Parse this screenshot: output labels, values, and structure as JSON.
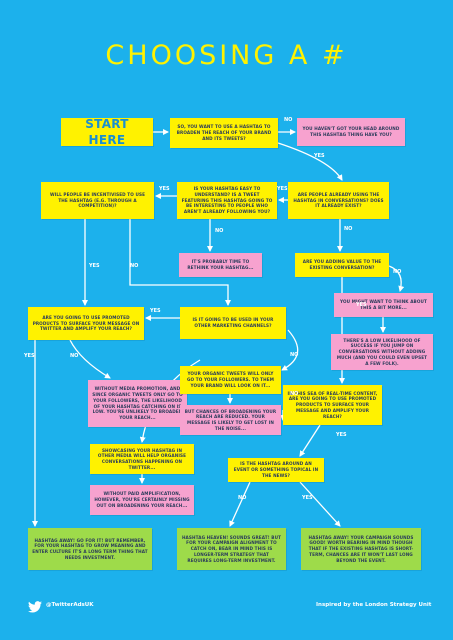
{
  "title": "CHOOSING A #",
  "nodes": {
    "start": "START HERE",
    "q_broaden": "SO, YOU WANT TO USE A HASHTAG TO BROADEN THE REACH OF YOUR BRAND AND ITS TWEETS?",
    "head_around": "YOU HAVEN'T GOT YOUR HEAD AROUND THIS HASHTAG THING HAVE YOU?",
    "q_incentivised": "WILL PEOPLE BE INCENTIVISED TO USE THE HASHTAG (E.G. THROUGH A COMPETITION)?",
    "q_easy": "IS YOUR HASHTAG EASY TO UNDERSTAND? IS A TWEET FEATURING THIS HASHTAG GOING TO BE INTERESTING TO PEOPLE WHO AREN'T ALREADY FOLLOWING YOU?",
    "q_already": "ARE PEOPLE ALREADY USING THE HASHTAG IN CONVERSATIONS? DOES IT ALREADY EXIST?",
    "rethink": "IT'S PROBABLY TIME TO RETHINK YOUR HASHTAG...",
    "q_value": "ARE YOU ADDING VALUE TO THE EXISTING CONVERSATION?",
    "think_more": "YOU MIGHT WANT TO THINK ABOUT THIS A BIT MORE...",
    "low_likelihood": "THERE'S A LOW LIKELIHOOD OF SUCCESS IF YOU JUMP ON CONVERSATIONS WITHOUT ADDING MUCH (AND YOU COULD EVEN UPSET A FEW FOLK).",
    "q_promoted_left": "ARE YOU GOING TO USE PROMOTED PRODUCTS TO SURFACE YOUR MESSAGE ON TWITTER AND AMPLIFY YOUR REACH?",
    "q_other_channels": "IS IT GOING TO BE USED IN YOUR OTHER MARKETING CHANNELS?",
    "without_media": "WITHOUT MEDIA PROMOTION, AND SINCE ORGANIC TWEETS ONLY GO TO YOUR FOLLOWERS, THE LIKELIHOOD OF YOUR HASHTAG CATCHING ON IS LOW. YOU'RE UNLIKELY TO BROADEN YOUR REACH...",
    "organic_only": "YOUR ORGANIC TWEETS WILL ONLY GO TO YOUR FOLLOWERS. TO THEM YOUR BRAND WILL LOOK ON IT...",
    "chances_reduced": "BUT CHANCES OF BROADENING YOUR REACH ARE REDUCED. YOUR MESSAGE IS LIKELY TO GET LOST IN THE NOISE...",
    "q_promoted_right": "IN THIS SEA OF REAL-TIME CONTENT, ARE YOU GOING TO USE PROMOTED PRODUCTS TO SURFACE YOUR MESSAGE AND AMPLIFY YOUR REACH?",
    "showcasing": "SHOWCASING YOUR HASHTAG IN OTHER MEDIA WILL HELP ORGANISE CONVERSATIONS HAPPENING ON TWITTER...",
    "without_paid": "WITHOUT PAID AMPLIFICATION, HOWEVER, YOU'RE CERTAINLY MISSING OUT ON BROADENING YOUR REACH...",
    "q_event": "IS THE HASHTAG AROUND AN EVENT OR SOMETHING TOPICAL IN THE NEWS?",
    "hashtag_away": "HASHTAG AWAY! GO FOR IT! BUT REMEMBER, FOR YOUR HASHTAG TO GROW MEANING AND ENTER CULTURE IT'S A LONG TERM THING THAT NEEDS INVESTMENT.",
    "hashtag_heaven": "HASHTAG HEAVEN! SOUNDS GREAT! BUT FOR YOUR CAMPAIGN ALIGNMENT TO CATCH ON, BEAR IN MIND THIS IS LONGER-TERM STRATEGY THAT REQUIRES LONG-TERM INVESTMENT.",
    "campaign_sounds": "HASHTAG AWAY! YOUR CAMPAIGN SOUNDS GOOD! WORTH BEARING IN MIND THOUGH THAT IF THE EXISTING HASHTAG IS SHORT-TERM, CHANCES ARE IT WON'T LAST LONG BEYOND THE EVENT."
  },
  "labels": {
    "yes": "YES",
    "no": "NO"
  },
  "footer": {
    "handle": "@TwitterAdsUK",
    "credit": "Inspired by the London Strategy Unit"
  },
  "colors": {
    "background": "#1cb1ec",
    "yellow": "#fff200",
    "pink": "#f7a2cf",
    "green": "#9edb4a",
    "arrow": "#ffffff"
  }
}
